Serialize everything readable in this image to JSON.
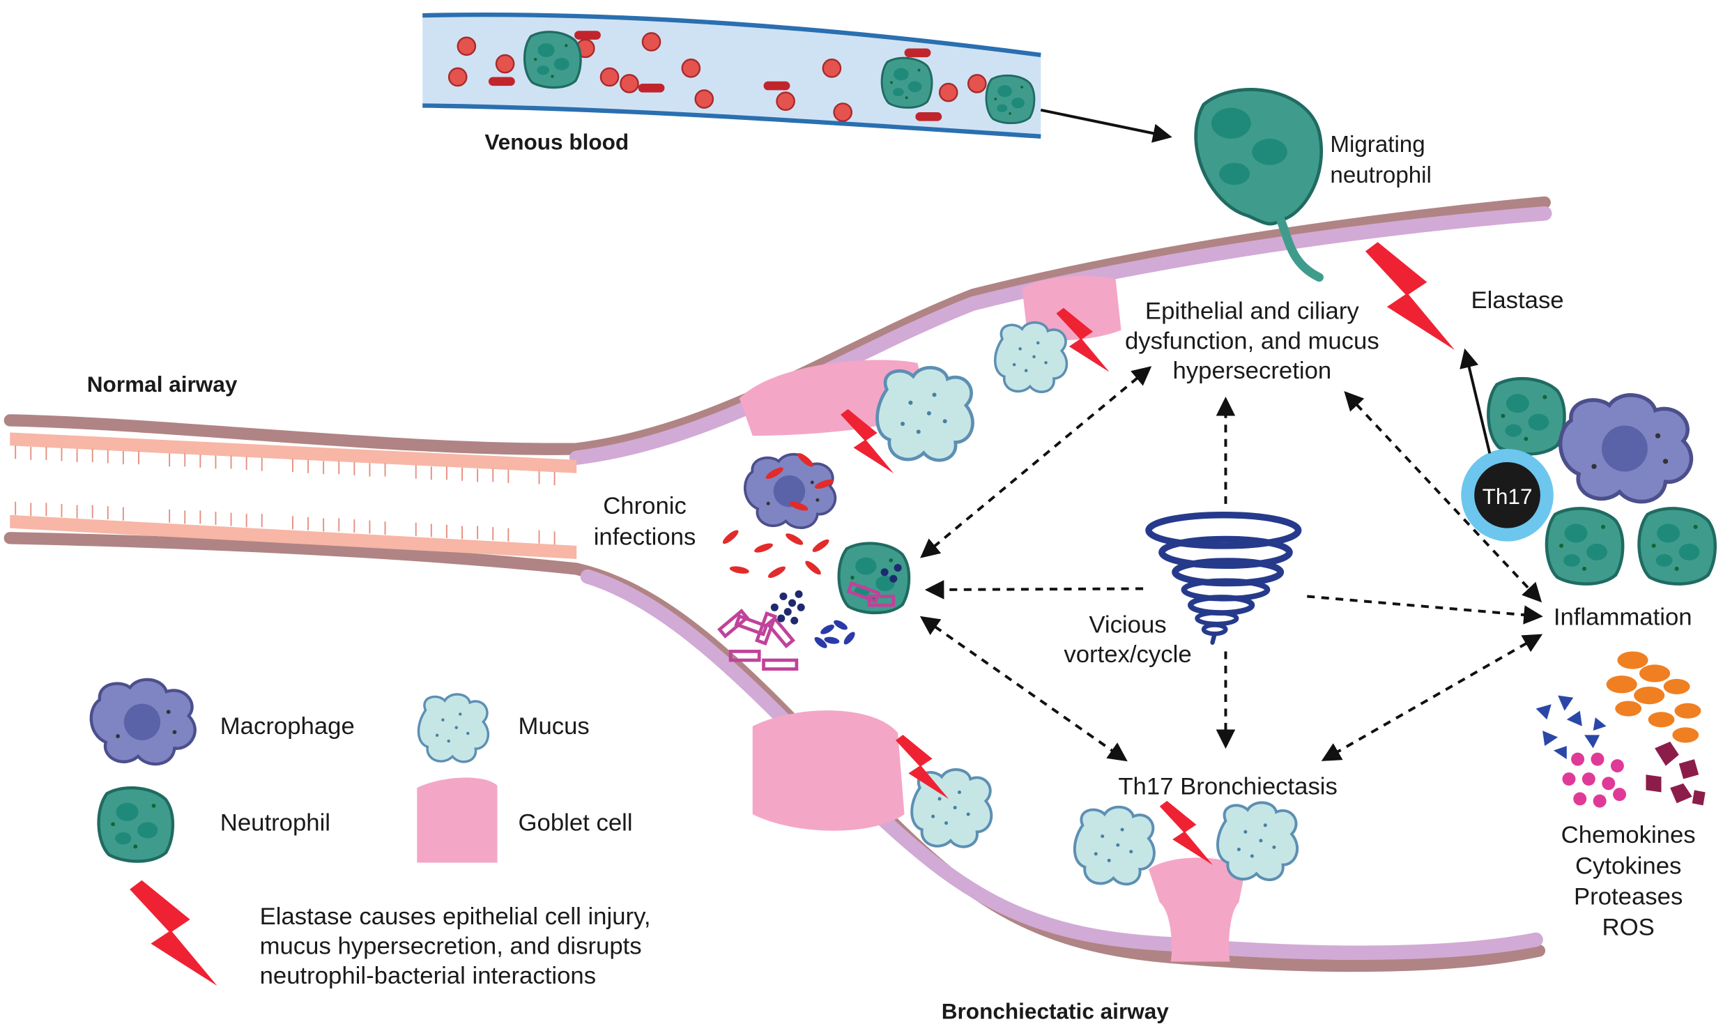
{
  "labels": {
    "venous_blood": "Venous blood",
    "migrating_neutrophil": [
      "Migrating",
      "neutrophil"
    ],
    "elastase": "Elastase",
    "epithelial": [
      "Epithelial and ciliary",
      "dysfunction, and mucus",
      "hypersecretion"
    ],
    "normal_airway": "Normal airway",
    "chronic_infections": [
      "Chronic",
      "infections"
    ],
    "th17_badge": "Th17",
    "vicious": [
      "Vicious",
      "vortex/cycle"
    ],
    "inflammation": "Inflammation",
    "th17_bronchiectasis": "Th17 Bronchiectasis",
    "mediators": [
      "Chemokines",
      "Cytokines",
      "Proteases",
      "ROS"
    ],
    "bronchiectatic_airway": "Bronchiectatic airway"
  },
  "legend": {
    "macrophage": "Macrophage",
    "mucus": "Mucus",
    "neutrophil": "Neutrophil",
    "goblet_cell": "Goblet cell",
    "elastase_note": [
      "Elastase causes epithelial cell injury,",
      "mucus hypersecretion, and disrupts",
      "neutrophil-bacterial interactions"
    ]
  },
  "colors": {
    "wall_outer": "#b08484",
    "wall_inner": "#d2aad6",
    "epithelium": "#f7b6a6",
    "goblet": "#f4a6c6",
    "neutrophil": "#3f9c8c",
    "macrophage": "#7f85c2",
    "mucus": "#c6e6e6",
    "elastase": "#ee2233",
    "vessel": "#cfe2f4",
    "vortex": "#263a8c",
    "th17_ring": "#6cc6ee"
  }
}
